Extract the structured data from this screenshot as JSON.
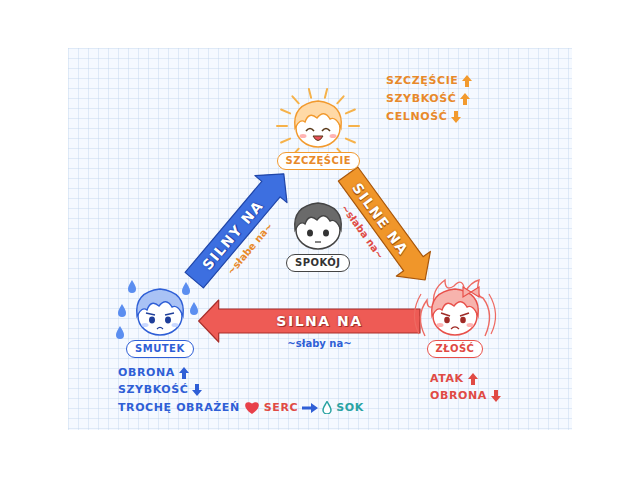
{
  "diagram": {
    "nodes": [
      {
        "text": [
          "SZCZĘŚCIE"
        ]
      },
      {
        "text": [
          "SPOKÓJ"
        ]
      },
      {
        "text": [
          "SMUTEK"
        ]
      },
      {
        "text": [
          "ZŁOŚĆ"
        ]
      }
    ],
    "edges": [
      {
        "from": 2,
        "to": 0,
        "arrow": "to",
        "label": "SILNY NA"
      },
      {
        "from": 0,
        "to": 3,
        "arrow": "to",
        "label": "SILNE NA"
      },
      {
        "from": 3,
        "to": 2,
        "arrow": "to",
        "label": "SILNA NA"
      }
    ],
    "labels": [
      "SZCZĘŚCIE",
      "SZYBKOŚĆ",
      "CELNOŚĆ",
      "~słabe na~",
      "~słaba na~",
      "~słaby na~",
      "OBRONA",
      "SZYBKOŚĆ",
      "TROCHĘ OBRAŻEŃ",
      "SERC",
      "SOK",
      "ATAK",
      "OBRONA"
    ]
  }
}
